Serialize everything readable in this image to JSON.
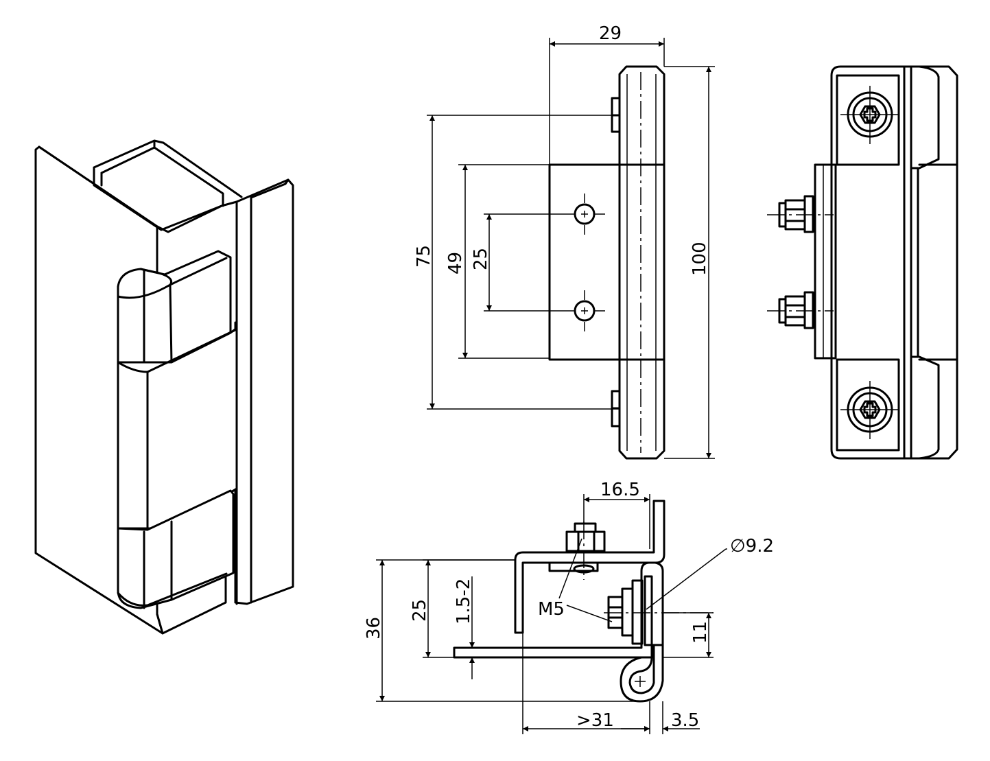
{
  "dimensions": {
    "width_29": "29",
    "height_100": "100",
    "spacing_75": "75",
    "spacing_49": "49",
    "spacing_25_holes": "25",
    "offset_16_5": "16.5",
    "diameter_9_2": "∅9.2",
    "height_36": "36",
    "height_25_side": "25",
    "thickness_1_5_2": "1.5-2",
    "offset_11": "11",
    "width_31": ">31",
    "gap_3_5": "3.5"
  },
  "callouts": {
    "thread_m5": "M5"
  }
}
